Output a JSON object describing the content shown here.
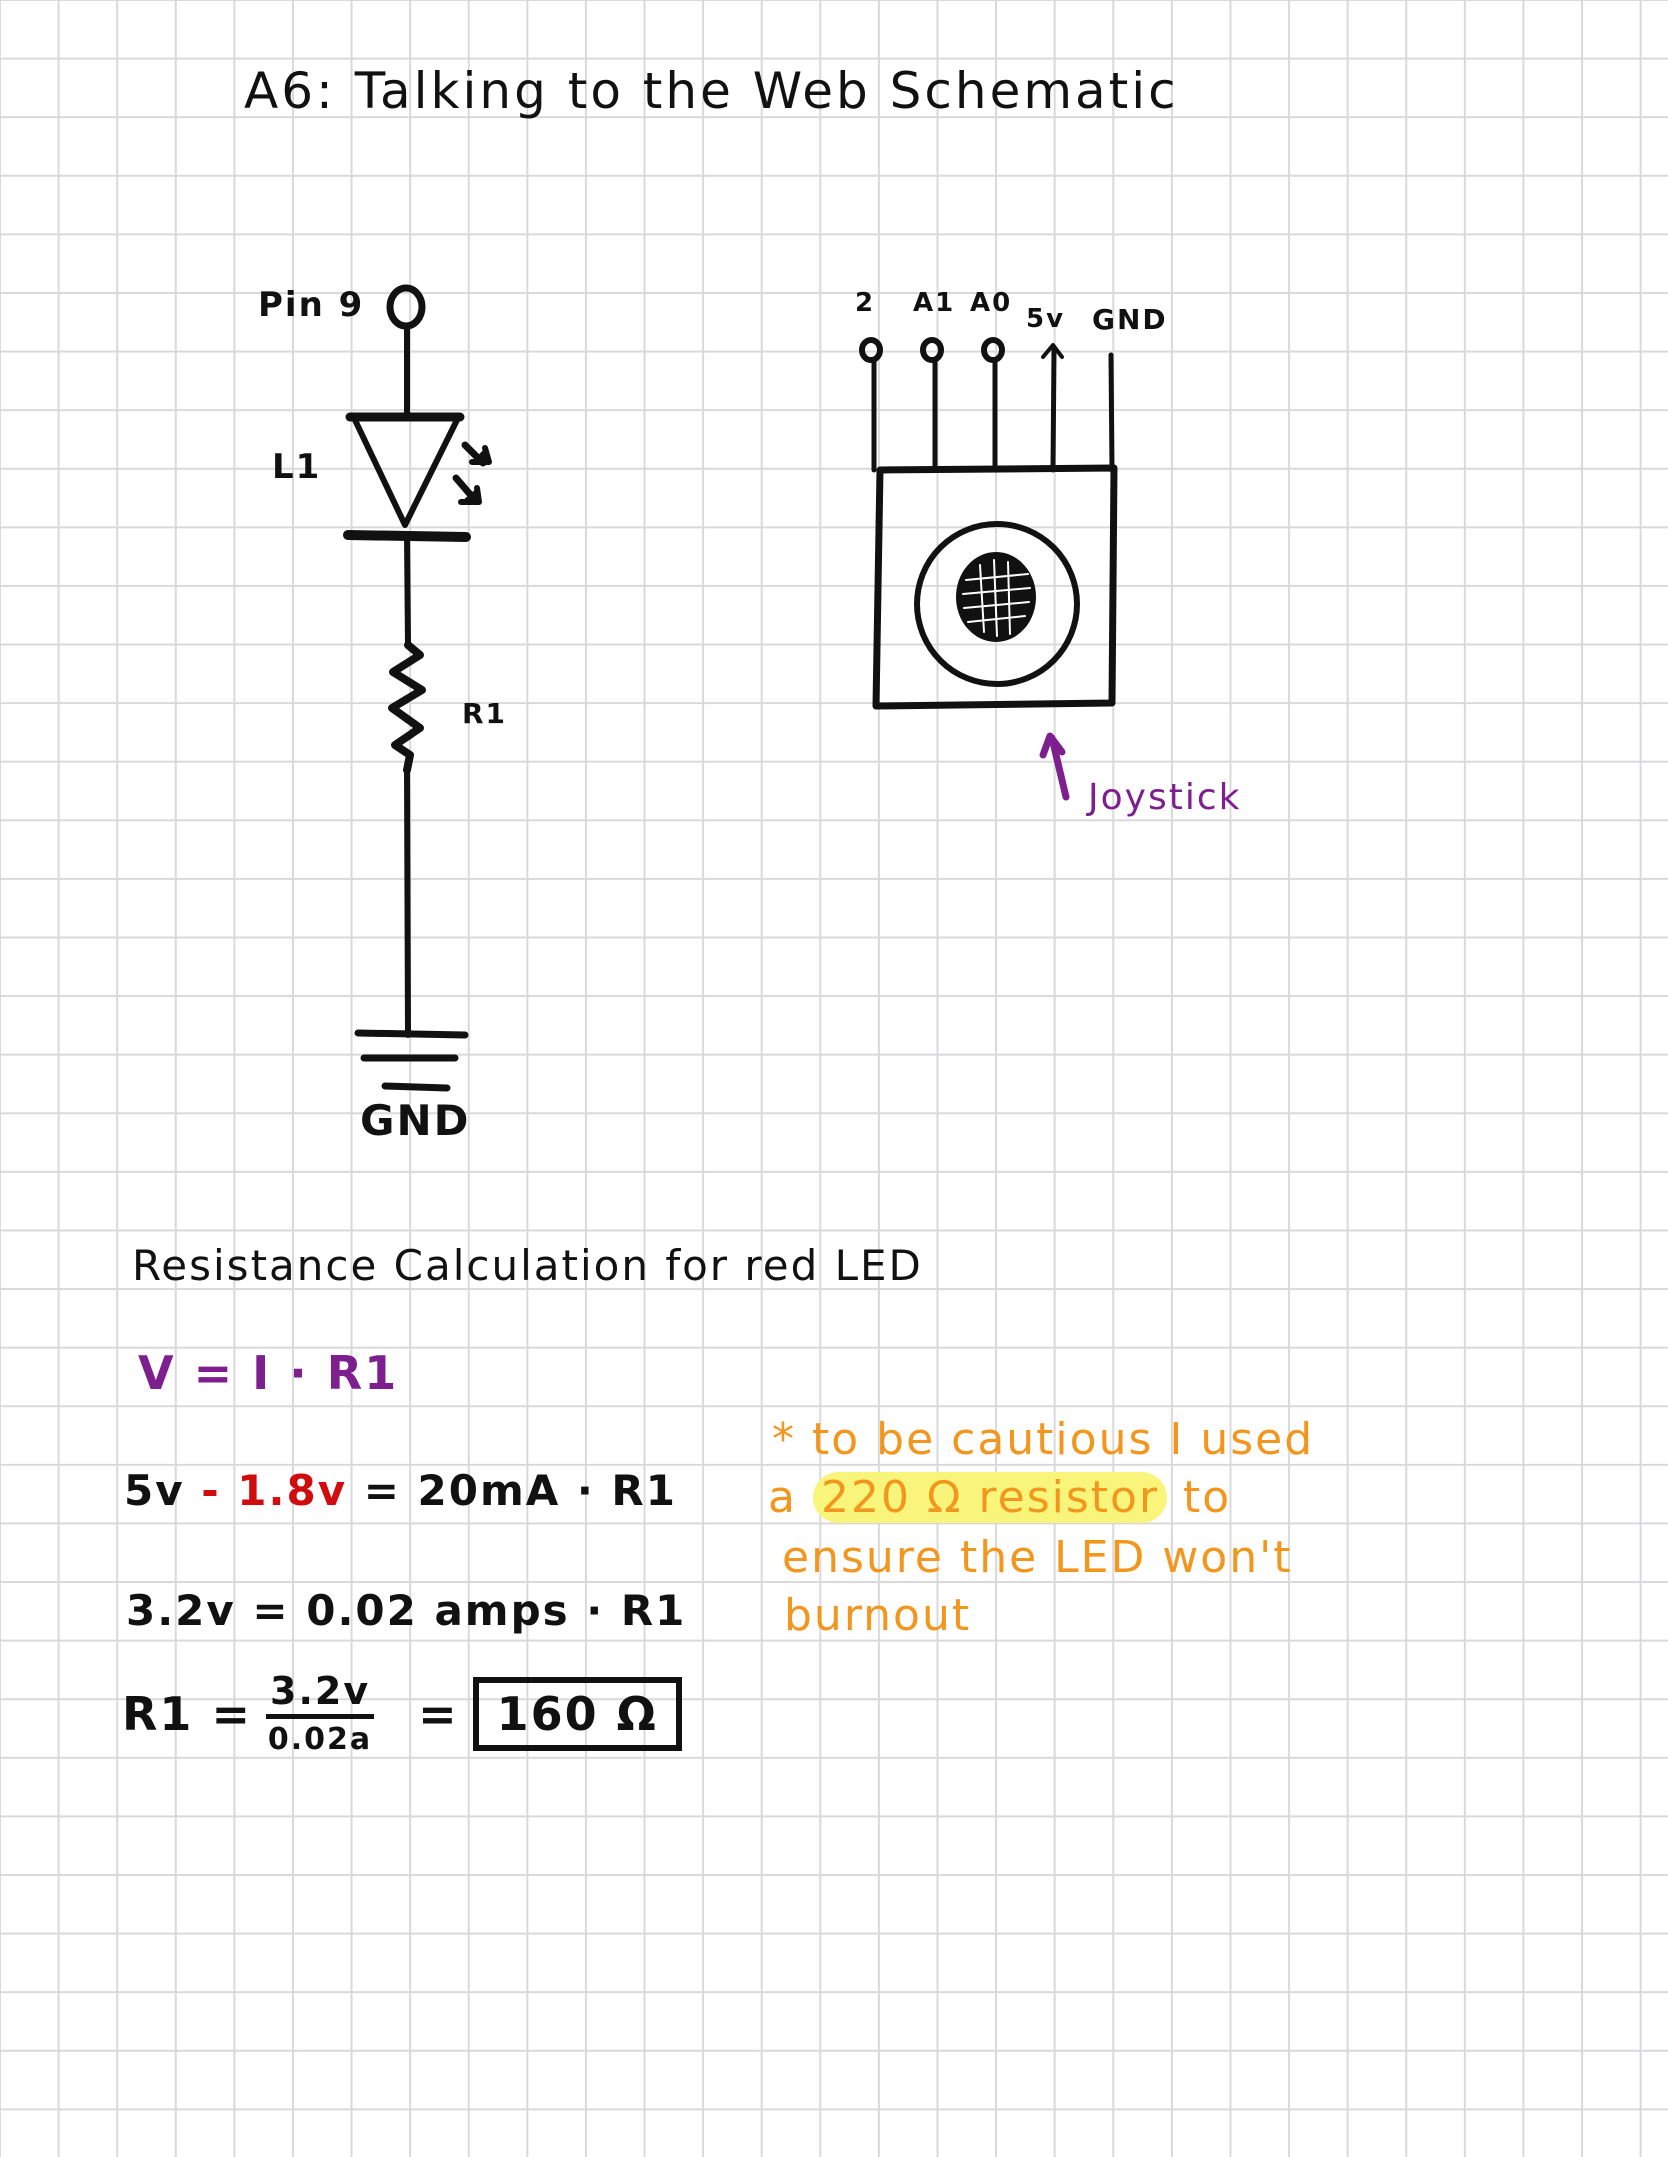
{
  "page": {
    "title": "A6: Talking to the Web Schematic",
    "background": "graph-paper",
    "grid_color": "#d9d9dc"
  },
  "led_circuit": {
    "pin_label": "Pin 9",
    "led_label": "L1",
    "resistor_label": "R1",
    "ground_label": "GND"
  },
  "joystick": {
    "pins": [
      "2",
      "A1",
      "A0",
      "5v",
      "GND"
    ],
    "caption": "Joystick",
    "caption_color": "#7d1f8e"
  },
  "calculation": {
    "heading": "Resistance Calculation for red LED",
    "ohms_law": "V = I · R1",
    "line1": {
      "supply": "5v",
      "minus": " - ",
      "led_drop": "1.8v",
      "rest": "= 20mA · R1"
    },
    "line2": "3.2v = 0.02 amps · R1",
    "line3": {
      "lhs": "R1 =",
      "numerator": "3.2v",
      "denominator": "0.02a",
      "equals": "=",
      "result": "160 Ω"
    }
  },
  "note": {
    "line1": "* to be cautious I used",
    "line2_pre": "a ",
    "line2_highlight": "220 Ω resistor",
    "line2_post": " to",
    "line3": "ensure the LED won't",
    "line4": "burnout",
    "color": "#f2961d",
    "highlight_color": "#f8f57a"
  },
  "colors": {
    "ink": "#111111",
    "purple": "#7d1f8e",
    "red": "#d00c0c",
    "orange": "#f2961d"
  }
}
